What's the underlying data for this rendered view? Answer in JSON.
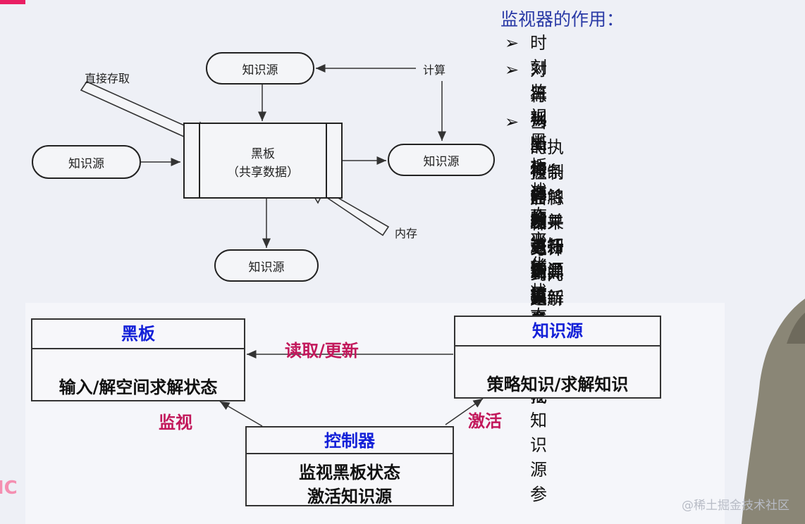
{
  "top_diagram": {
    "knowledge_source_label": "知识源",
    "blackboard_title": "黑板",
    "blackboard_subtitle": "（共享数据）",
    "direct_access": "直接存取",
    "compute": "计算",
    "memory": "内存"
  },
  "monitor_section": {
    "title": "监视器的作用：",
    "bullets": [
      {
        "lines": [
          "时刻监视黑板状态变化"
        ]
      },
      {
        "lines": [
          "对黑板上信息的当前状态进",
          "行判断和评价"
        ]
      },
      {
        "lines": [
          "当黑板的状态满足了知识源",
          "的执行条件时，该知识源被",
          "控制器触发并进行计算，然",
          "后将结果更新到黑板上。这",
          "种更新又导致其他知识源参",
          "与计算并更新黑板，直到找",
          "到问题解为止。"
        ]
      }
    ]
  },
  "bottom_diagram": {
    "blackboard": {
      "title": "黑板",
      "body": "输入/解空间求解状态"
    },
    "knowledge_source": {
      "title": "知识源",
      "body": "策略知识/求解知识"
    },
    "controller": {
      "title": "控制器",
      "body_line1": "监视黑板状态",
      "body_line2": "激活知识源"
    },
    "read_update": "读取/更新",
    "monitor": "监视",
    "activate": "激活"
  },
  "edge_fragment": "IC",
  "watermark": "@稀土掘金技术社区",
  "colors": {
    "title_blue": "#2a3aa6",
    "box_title_blue": "#1320d8",
    "relation_magenta": "#c2185b",
    "background": "#eef0f6"
  }
}
